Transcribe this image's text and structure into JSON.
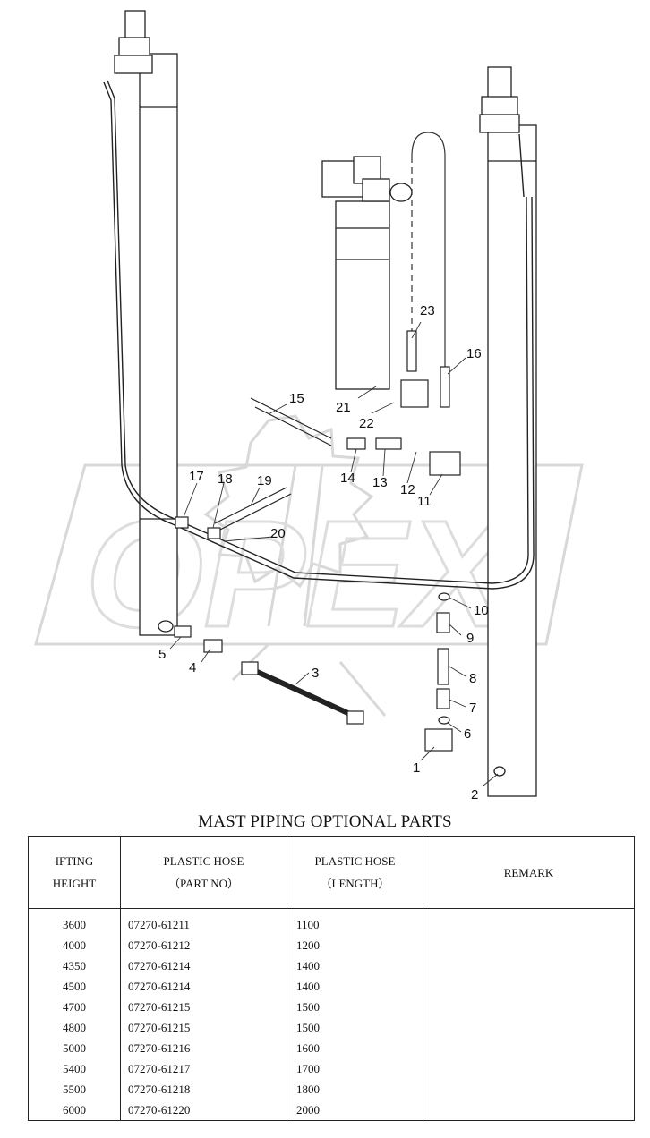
{
  "diagram": {
    "callouts": [
      "1",
      "2",
      "3",
      "4",
      "5",
      "6",
      "7",
      "8",
      "9",
      "10",
      "11",
      "12",
      "13",
      "14",
      "15",
      "16",
      "17",
      "18",
      "19",
      "20",
      "21",
      "22",
      "23"
    ],
    "watermark": "OPEX"
  },
  "table": {
    "title": "MAST PIPING OPTIONAL PARTS",
    "headers": {
      "lifting_height": [
        "IFTING",
        "HEIGHT"
      ],
      "plastic_hose_part": [
        "PLASTIC HOSE",
        "（PART NO）"
      ],
      "plastic_hose_length": [
        "PLASTIC HOSE",
        "（LENGTH）"
      ],
      "remark": "REMARK"
    },
    "rows": [
      {
        "height": "3600",
        "part_no": "07270-61211",
        "length": "1100"
      },
      {
        "height": "4000",
        "part_no": "07270-61212",
        "length": "1200"
      },
      {
        "height": "4350",
        "part_no": "07270-61214",
        "length": "1400"
      },
      {
        "height": "4500",
        "part_no": "07270-61214",
        "length": "1400"
      },
      {
        "height": "4700",
        "part_no": "07270-61215",
        "length": "1500"
      },
      {
        "height": "4800",
        "part_no": "07270-61215",
        "length": "1500"
      },
      {
        "height": "5000",
        "part_no": "07270-61216",
        "length": "1600"
      },
      {
        "height": "5400",
        "part_no": "07270-61217",
        "length": "1700"
      },
      {
        "height": "5500",
        "part_no": "07270-61218",
        "length": "1800"
      },
      {
        "height": "6000",
        "part_no": "07270-61220",
        "length": "2000"
      }
    ]
  }
}
